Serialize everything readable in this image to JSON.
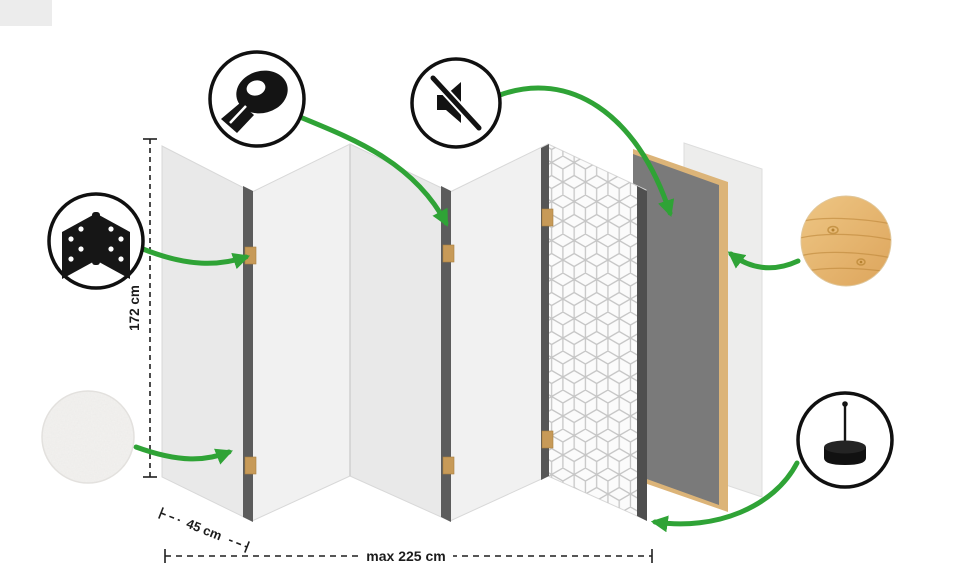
{
  "diagram": {
    "subject": "folding-screen-construction-infographic",
    "dimensions": {
      "height": "172 cm",
      "panel_width": "45 cm",
      "max_width": "max 225 cm"
    },
    "callouts": [
      {
        "id": "tape",
        "icon": "tape-roll-icon"
      },
      {
        "id": "mute",
        "icon": "muted-speaker-icon"
      },
      {
        "id": "hinge",
        "icon": "hinge-icon"
      },
      {
        "id": "texture",
        "icon": "plaster-texture-swatch-icon"
      },
      {
        "id": "wood",
        "icon": "wood-texture-swatch-icon"
      },
      {
        "id": "feltpad",
        "icon": "felt-pad-pin-icon"
      }
    ],
    "colors": {
      "accent_green": "#2fa336",
      "panel_light": "#e9e9e9",
      "panel_lighter": "#f1f1f1",
      "edge_dark": "#5c5c5c",
      "hinge_tan": "#c79a58",
      "frame_tan": "#dcb478",
      "core_gray": "#7a7a7a",
      "outline_black": "#101010",
      "background": "#ffffff"
    }
  }
}
